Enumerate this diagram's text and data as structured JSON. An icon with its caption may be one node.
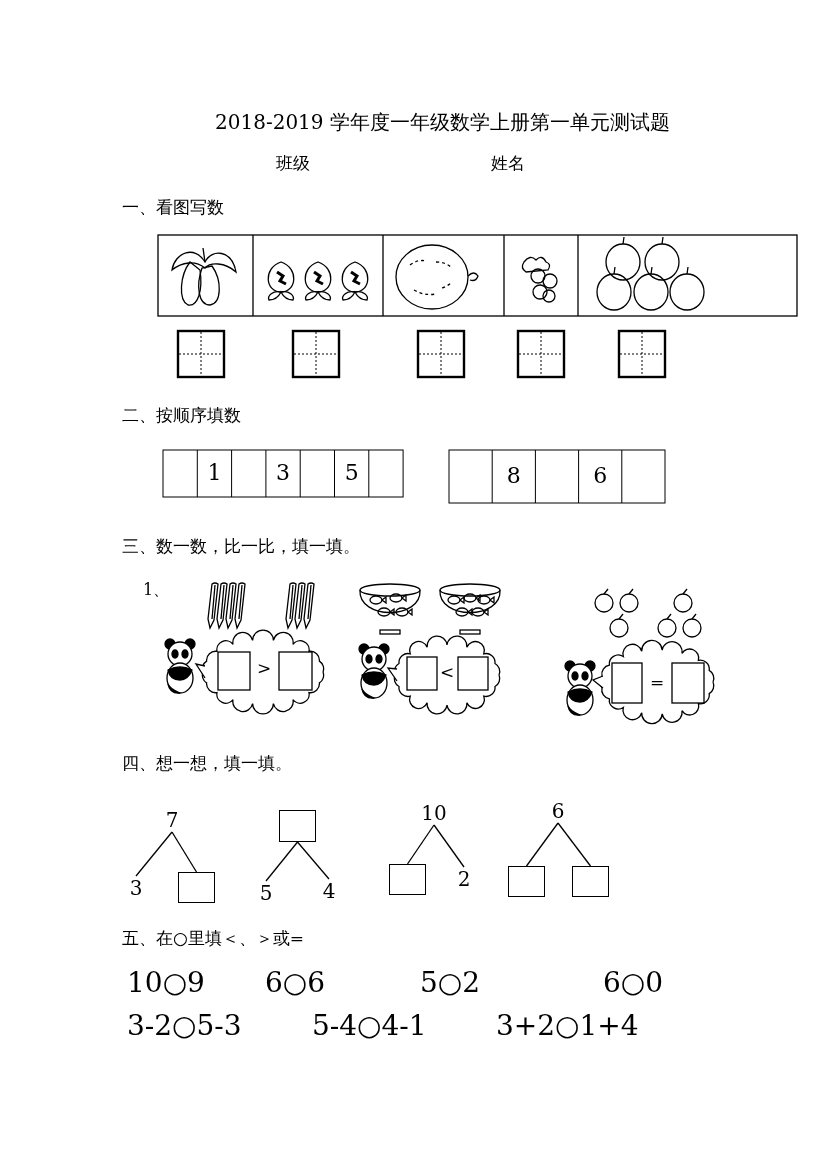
{
  "diagram": {
    "title": "2018-2019 学年度一年级数学上册第一单元测试题",
    "nodes": [
      {
        "text": [
          "7"
        ]
      },
      {
        "text": [
          "3"
        ]
      },
      {
        "text": [],
        "shape": "box"
      },
      {
        "text": [],
        "shape": "box"
      },
      {
        "text": [
          "5"
        ]
      },
      {
        "text": [
          "4"
        ]
      },
      {
        "text": [
          "10"
        ]
      },
      {
        "text": [],
        "shape": "box"
      },
      {
        "text": [
          "2"
        ]
      },
      {
        "text": [
          "6"
        ]
      },
      {
        "text": [],
        "shape": "box"
      },
      {
        "text": [],
        "shape": "box"
      }
    ],
    "edges": [
      {
        "from": 0,
        "to": 1,
        "arrow": "none"
      },
      {
        "from": 0,
        "to": 2,
        "arrow": "none"
      },
      {
        "from": 3,
        "to": 4,
        "arrow": "none"
      },
      {
        "from": 3,
        "to": 5,
        "arrow": "none"
      },
      {
        "from": 6,
        "to": 7,
        "arrow": "none"
      },
      {
        "from": 6,
        "to": 8,
        "arrow": "none"
      },
      {
        "from": 9,
        "to": 10,
        "arrow": "none"
      },
      {
        "from": 9,
        "to": 11,
        "arrow": "none"
      }
    ],
    "labels": [
      "班级",
      "姓名",
      "一、看图写数",
      "二、按顺序填数",
      "1",
      "3",
      "5",
      "8",
      "6",
      "三、数一数，比一比，填一填。",
      "1、",
      ">",
      "<",
      "=",
      "四、想一想，填一填。",
      "五、在○里填＜、＞或=",
      "10○9",
      "6○6",
      "5○2",
      "6○0",
      "3-2○5-3",
      "5-4○4-1",
      "3+2○1+4"
    ]
  }
}
